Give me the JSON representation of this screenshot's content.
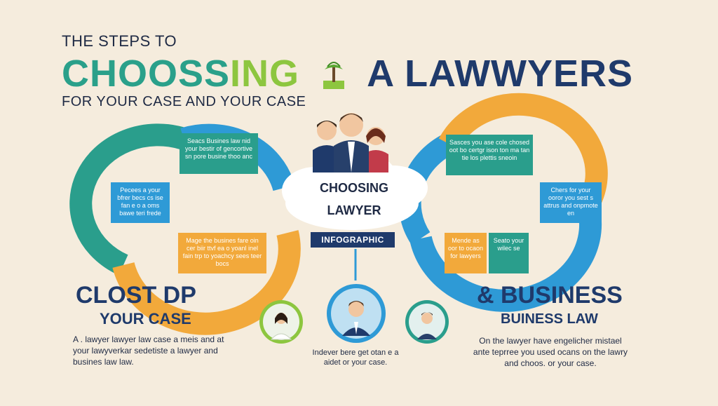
{
  "header": {
    "steps_label": "THE STEPS TO",
    "title_part1": "CHOOSS",
    "title_part2": "ING",
    "title_part3": "A LAWWYERS",
    "subtitle": "FOR YOUR CASE AND YOUR CASE"
  },
  "center": {
    "cloud_line1": "CHOOSING",
    "cloud_line2": "LAWYER",
    "infographic_label": "INFOGRAPHIC"
  },
  "left_loop": {
    "top_box": "Seacs Busines law nid your bestir of gencortive sn pore busine thoo anc",
    "left_box": "Pecees a your bfrer becs cs ise fan e o a oms bawe teri frede",
    "bottom_box": "Mage the busines fare oin cer biir ttvf ea o yoanl inel fain trp to yoachcy sees teer bocs"
  },
  "right_loop": {
    "top_box": "Sasces you ase cole chosed oot bo certgr ison ton ma tan tie los plettis sneoin",
    "right_box": "Chers for your ooror you sest s attrus and onpmote en",
    "bottom_left_box": "Mende as oor to ocaon for lawyers",
    "bottom_right_box": "Seato your wilec se"
  },
  "left_section": {
    "title_line1": "CLOST DP",
    "title_line2": "YOUR CASE",
    "paragraph": "A . lawyer lawyer law case a meis and at your lawyverkar sedetiste a lawyer and busines law law."
  },
  "right_section": {
    "title_line1": "& BUSINESS",
    "title_line2": "BUINESS LAW",
    "paragraph": "On the lawyer have engelicher mistael ante teprree you used ocans on the lawry and choos. or your case."
  },
  "bottom_center": {
    "caption": "Indever bere get otan e a aidet or your case."
  },
  "colors": {
    "background": "#f5ecdd",
    "navy": "#1f3a6b",
    "teal": "#2aa08a",
    "blue": "#2e9ad6",
    "orange": "#f2a93b",
    "lime": "#8dc63f"
  },
  "icons": [
    "tree-icon",
    "lawyer-group-icon",
    "female-lawyer-icon",
    "male-lawyer-icon",
    "lawyer-icon"
  ]
}
